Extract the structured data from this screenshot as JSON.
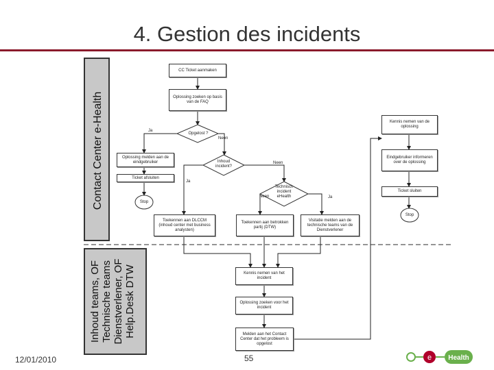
{
  "title": "4. Gestion des incidents",
  "lanes": {
    "top": "Contact Center e-Health",
    "bottom": "Inhoud teams, OF\nTechnische teams\nDienstverlener, OF\nHelp.Desk DTW"
  },
  "nodes": {
    "cc_ticket": "CC Ticket aanmaken",
    "oplossing_faq": "Oplossing zoeken op basis van de FAQ",
    "opgelost": "Opgelost ?",
    "oplossing_melden": "Oplossing melden aan de eindgebruiker",
    "ticket_afsluiten": "Ticket afsluiten",
    "stop_left": "Stop",
    "inhoud_incident": "Inhoud incident?",
    "technisch_incident": "Technisch incident eHealth",
    "toekennen_dlccm": "Toekennen aan DLCCM (inhoud center met business analysten)",
    "toekennen_partij": "Toekennen aan betrokken partij (DTW)",
    "visitatie": "Visitatie melden aan de technische teams van de Dienstverlener",
    "kennis_nemen_incident": "Kennis nemen van het incident",
    "oplossing_zoeken": "Oplossing zoeken voor het incident",
    "melden_contact": "Melden aan het Contact Center dat het probleem is opgelost",
    "kennis_nemen_oplossing": "Kennis nemen van de oplossing",
    "eindgebruiker_info": "Eindgebruiker informeren over de oplossing",
    "ticket_sluiten": "Ticket sluiten",
    "stop_right": "Stop"
  },
  "edge_labels": {
    "ja1": "Ja",
    "neen1": "Neen",
    "ja2": "Ja",
    "neen2": "Neen",
    "neen3": "Neen",
    "ja3": "Ja"
  },
  "footer": {
    "date": "12/01/2010",
    "page": "55"
  },
  "logo": {
    "left": "e",
    "right": "Health"
  },
  "colors": {
    "accent": "#8b1a2b",
    "lane_bg": "#c8c8c8",
    "logo_green": "#6ab04c",
    "logo_red": "#b0002b"
  }
}
